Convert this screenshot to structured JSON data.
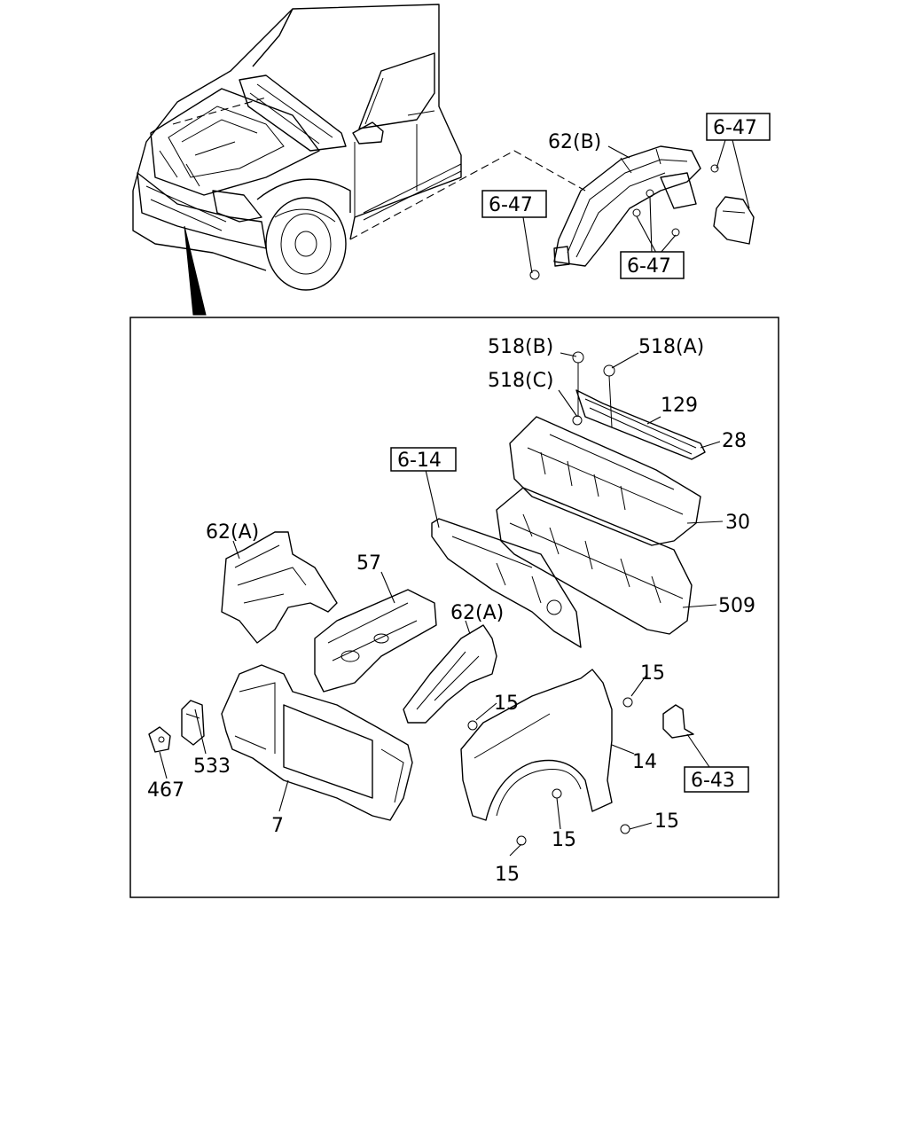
{
  "callouts": [
    {
      "id": "c62b",
      "text": "62(B)"
    },
    {
      "id": "c518b",
      "text": "518(B)"
    },
    {
      "id": "c518a",
      "text": "518(A)"
    },
    {
      "id": "c518c",
      "text": "518(C)"
    },
    {
      "id": "c129",
      "text": "129"
    },
    {
      "id": "c28",
      "text": "28"
    },
    {
      "id": "c30",
      "text": "30"
    },
    {
      "id": "c509",
      "text": "509"
    },
    {
      "id": "c62a1",
      "text": "62(A)"
    },
    {
      "id": "c57",
      "text": "57"
    },
    {
      "id": "c62a2",
      "text": "62(A)"
    },
    {
      "id": "c15a",
      "text": "15"
    },
    {
      "id": "c15b",
      "text": "15"
    },
    {
      "id": "c14",
      "text": "14"
    },
    {
      "id": "c15c",
      "text": "15"
    },
    {
      "id": "c15d",
      "text": "15"
    },
    {
      "id": "c15e",
      "text": "15"
    },
    {
      "id": "c533",
      "text": "533"
    },
    {
      "id": "c467",
      "text": "467"
    },
    {
      "id": "c7",
      "text": "7"
    }
  ],
  "refs": [
    {
      "id": "r647a",
      "text": "6-47"
    },
    {
      "id": "r647b",
      "text": "6-47"
    },
    {
      "id": "r647c",
      "text": "6-47"
    },
    {
      "id": "r614",
      "text": "6-14"
    },
    {
      "id": "r643",
      "text": "6-43"
    }
  ]
}
